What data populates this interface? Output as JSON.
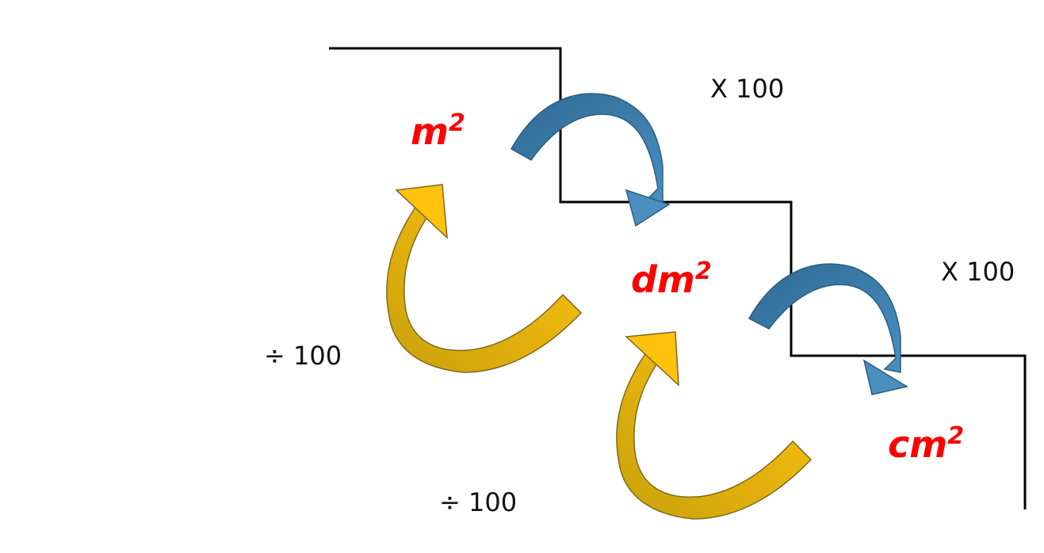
{
  "units": {
    "m": {
      "base": "m",
      "exp": "2"
    },
    "dm": {
      "base": "dm",
      "exp": "2"
    },
    "cm": {
      "base": "cm",
      "exp": "2"
    }
  },
  "factors": {
    "multiply_1": "X 100",
    "multiply_2": "X 100",
    "divide_1": "÷ 100",
    "divide_2": "÷ 100"
  },
  "colors": {
    "unit_text": "#ff0000",
    "stair_line": "#000000",
    "down_arrow_light": "#4a8fc0",
    "down_arrow_dark": "#2f6a94",
    "up_arrow_light": "#ffc20e",
    "up_arrow_dark": "#c9a10c"
  }
}
